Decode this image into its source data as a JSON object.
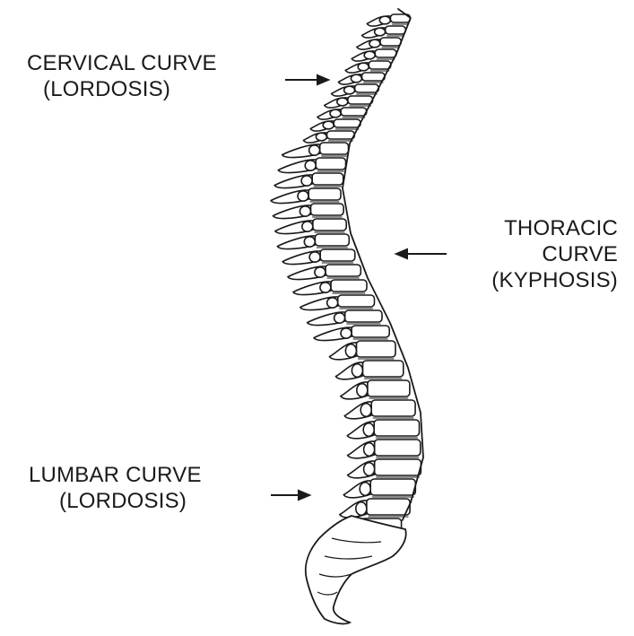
{
  "labels": {
    "cervical": {
      "line1": "CERVICAL CURVE",
      "line2": "(LORDOSIS)"
    },
    "thoracic": {
      "line1": "THORACIC",
      "line2": "CURVE",
      "line3": "(KYPHOSIS)"
    },
    "lumbar": {
      "line1": "LUMBAR CURVE",
      "line2": "(LORDOSIS)"
    }
  },
  "colors": {
    "ink": "#1a1a1a",
    "background": "#ffffff"
  }
}
